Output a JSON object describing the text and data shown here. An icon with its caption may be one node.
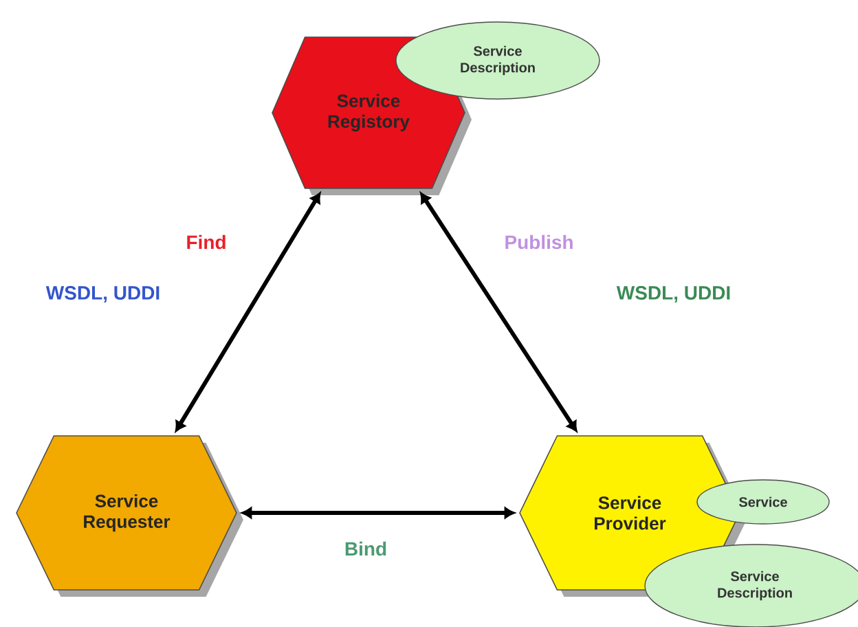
{
  "diagram": {
    "nodes": [
      {
        "text": [
          "Service Registory"
        ]
      },
      {
        "text": [
          "Service Description"
        ]
      },
      {
        "text": [
          "Service Requester"
        ]
      },
      {
        "text": [
          "Service Provider"
        ]
      },
      {
        "text": [
          "Service"
        ]
      },
      {
        "text": [
          "Service Description"
        ]
      }
    ],
    "edges": [
      {
        "from": 0,
        "to": 2,
        "arrow": "both",
        "label": "Find"
      },
      {
        "from": 0,
        "to": 3,
        "arrow": "both",
        "label": "Publish"
      },
      {
        "from": 2,
        "to": 3,
        "arrow": "both",
        "label": "Bind"
      }
    ],
    "labels": [
      "WSDL, UDDI",
      "WSDL, UDDI"
    ]
  }
}
